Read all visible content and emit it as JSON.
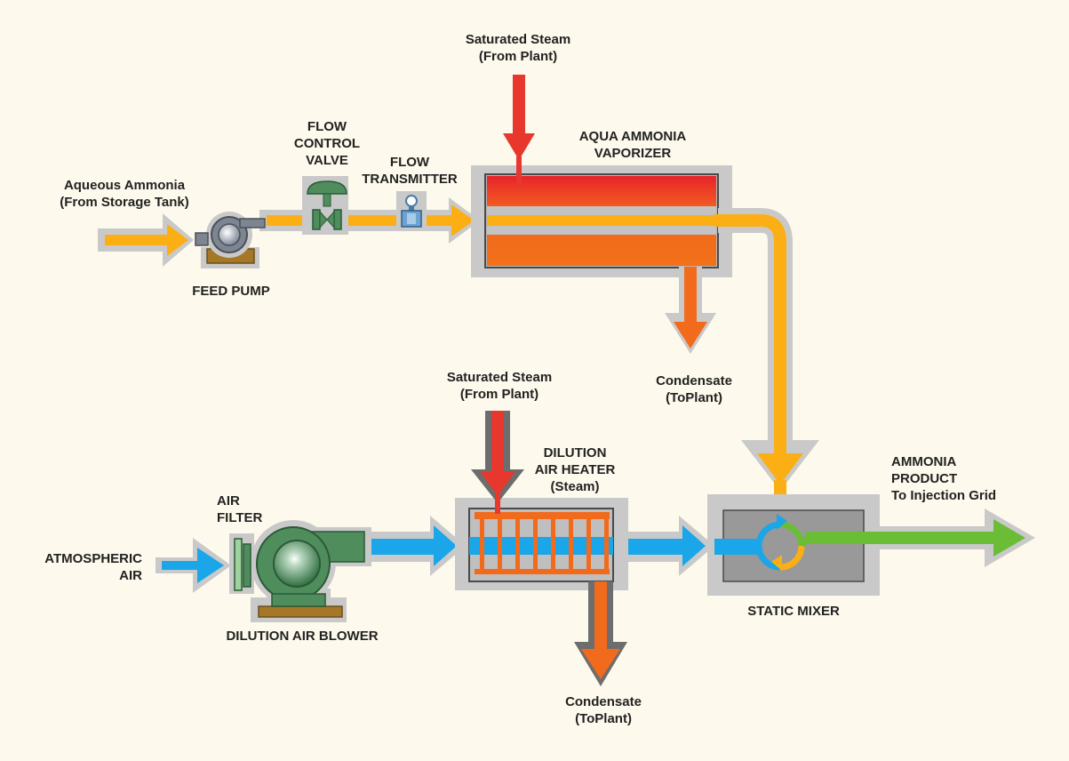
{
  "labels": {
    "steam_top_1": "Saturated Steam",
    "steam_top_2": "(From Plant)",
    "vaporizer_1": "AQUA AMMONIA",
    "vaporizer_2": "VAPORIZER",
    "fcv_1": "FLOW",
    "fcv_2": "CONTROL",
    "fcv_3": "VALVE",
    "ft_1": "FLOW",
    "ft_2": "TRANSMITTER",
    "aq_1": "Aqueous Ammonia",
    "aq_2": "(From Storage Tank)",
    "feed_pump": "FEED PUMP",
    "cond_top_1": "Condensate",
    "cond_top_2": "(ToPlant)",
    "steam_mid_1": "Saturated Steam",
    "steam_mid_2": "(From Plant)",
    "heater_1": "DILUTION",
    "heater_2": "AIR HEATER",
    "heater_3": "(Steam)",
    "product_1": "AMMONIA",
    "product_2": "PRODUCT",
    "product_3": "To Injection Grid",
    "air_filter_1": "AIR",
    "air_filter_2": "FILTER",
    "atm_1": "ATMOSPHERIC",
    "atm_2": "AIR",
    "blower": "DILUTION AIR BLOWER",
    "mixer": "STATIC MIXER",
    "cond_bot_1": "Condensate",
    "cond_bot_2": "(ToPlant)"
  },
  "colors": {
    "background": "#fdf9ec",
    "ammonia_flow": "#fbaf15",
    "air_flow": "#1aa6e8",
    "steam": "#e8372d",
    "condensate": "#f26a1b",
    "product": "#6bbd36",
    "casing": "#c9c9c9",
    "equipment_green": "#4f8d5d",
    "base_brown": "#a57828"
  }
}
